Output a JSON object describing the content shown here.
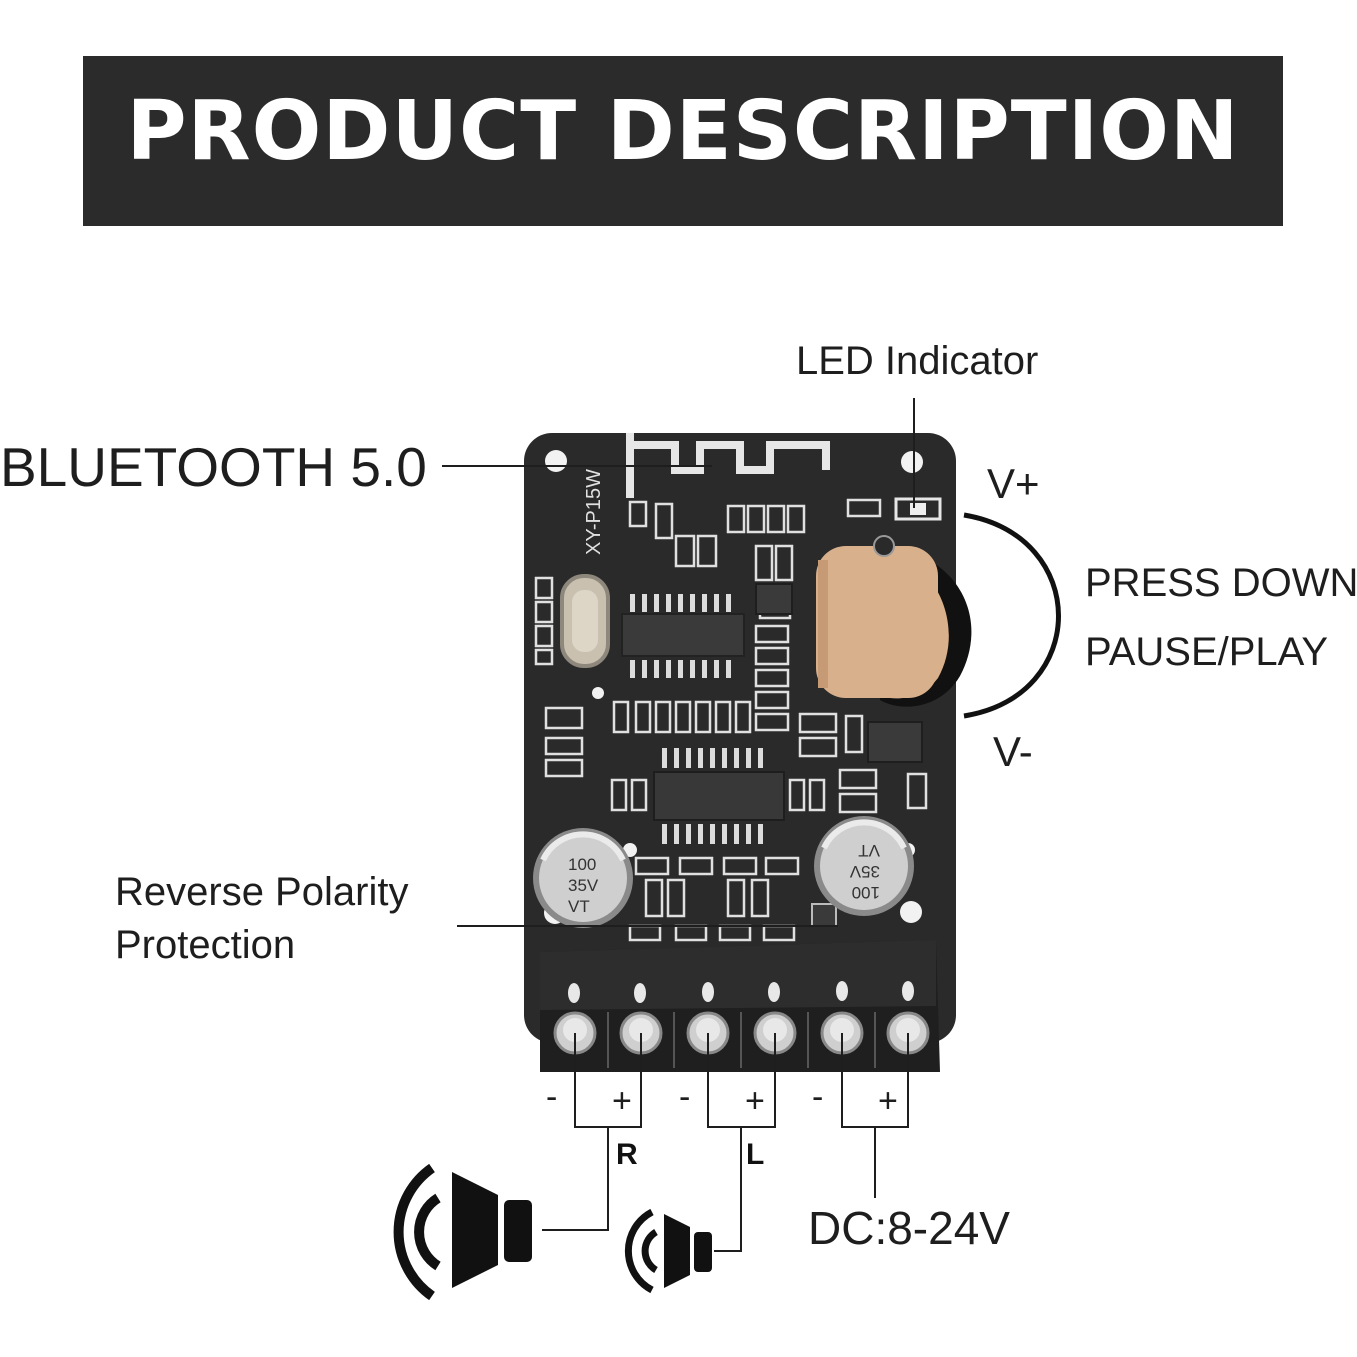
{
  "banner": {
    "title": "PRODUCT DESCRIPTION"
  },
  "board": {
    "model_marking": "XY-P15W",
    "cap_left": [
      "100",
      "35V",
      "VT"
    ],
    "cap_right": [
      "100",
      "35V",
      "VT"
    ]
  },
  "labels": {
    "bluetooth": "BLUETOOTH 5.0",
    "led": "LED Indicator",
    "v_plus": "V+",
    "v_minus": "V-",
    "press_down": "PRESS DOWN",
    "pause_play": "PAUSE/PLAY",
    "reverse_1": "Reverse Polarity",
    "reverse_2": "Protection",
    "right": "R",
    "left": "L",
    "dc": "DC:8-24V"
  },
  "terminals": [
    "-",
    "+",
    "-",
    "+",
    "-",
    "+"
  ],
  "colors": {
    "banner": "#2b2b2b",
    "board": "#2a2a2a",
    "knob": "#d8b08c"
  }
}
